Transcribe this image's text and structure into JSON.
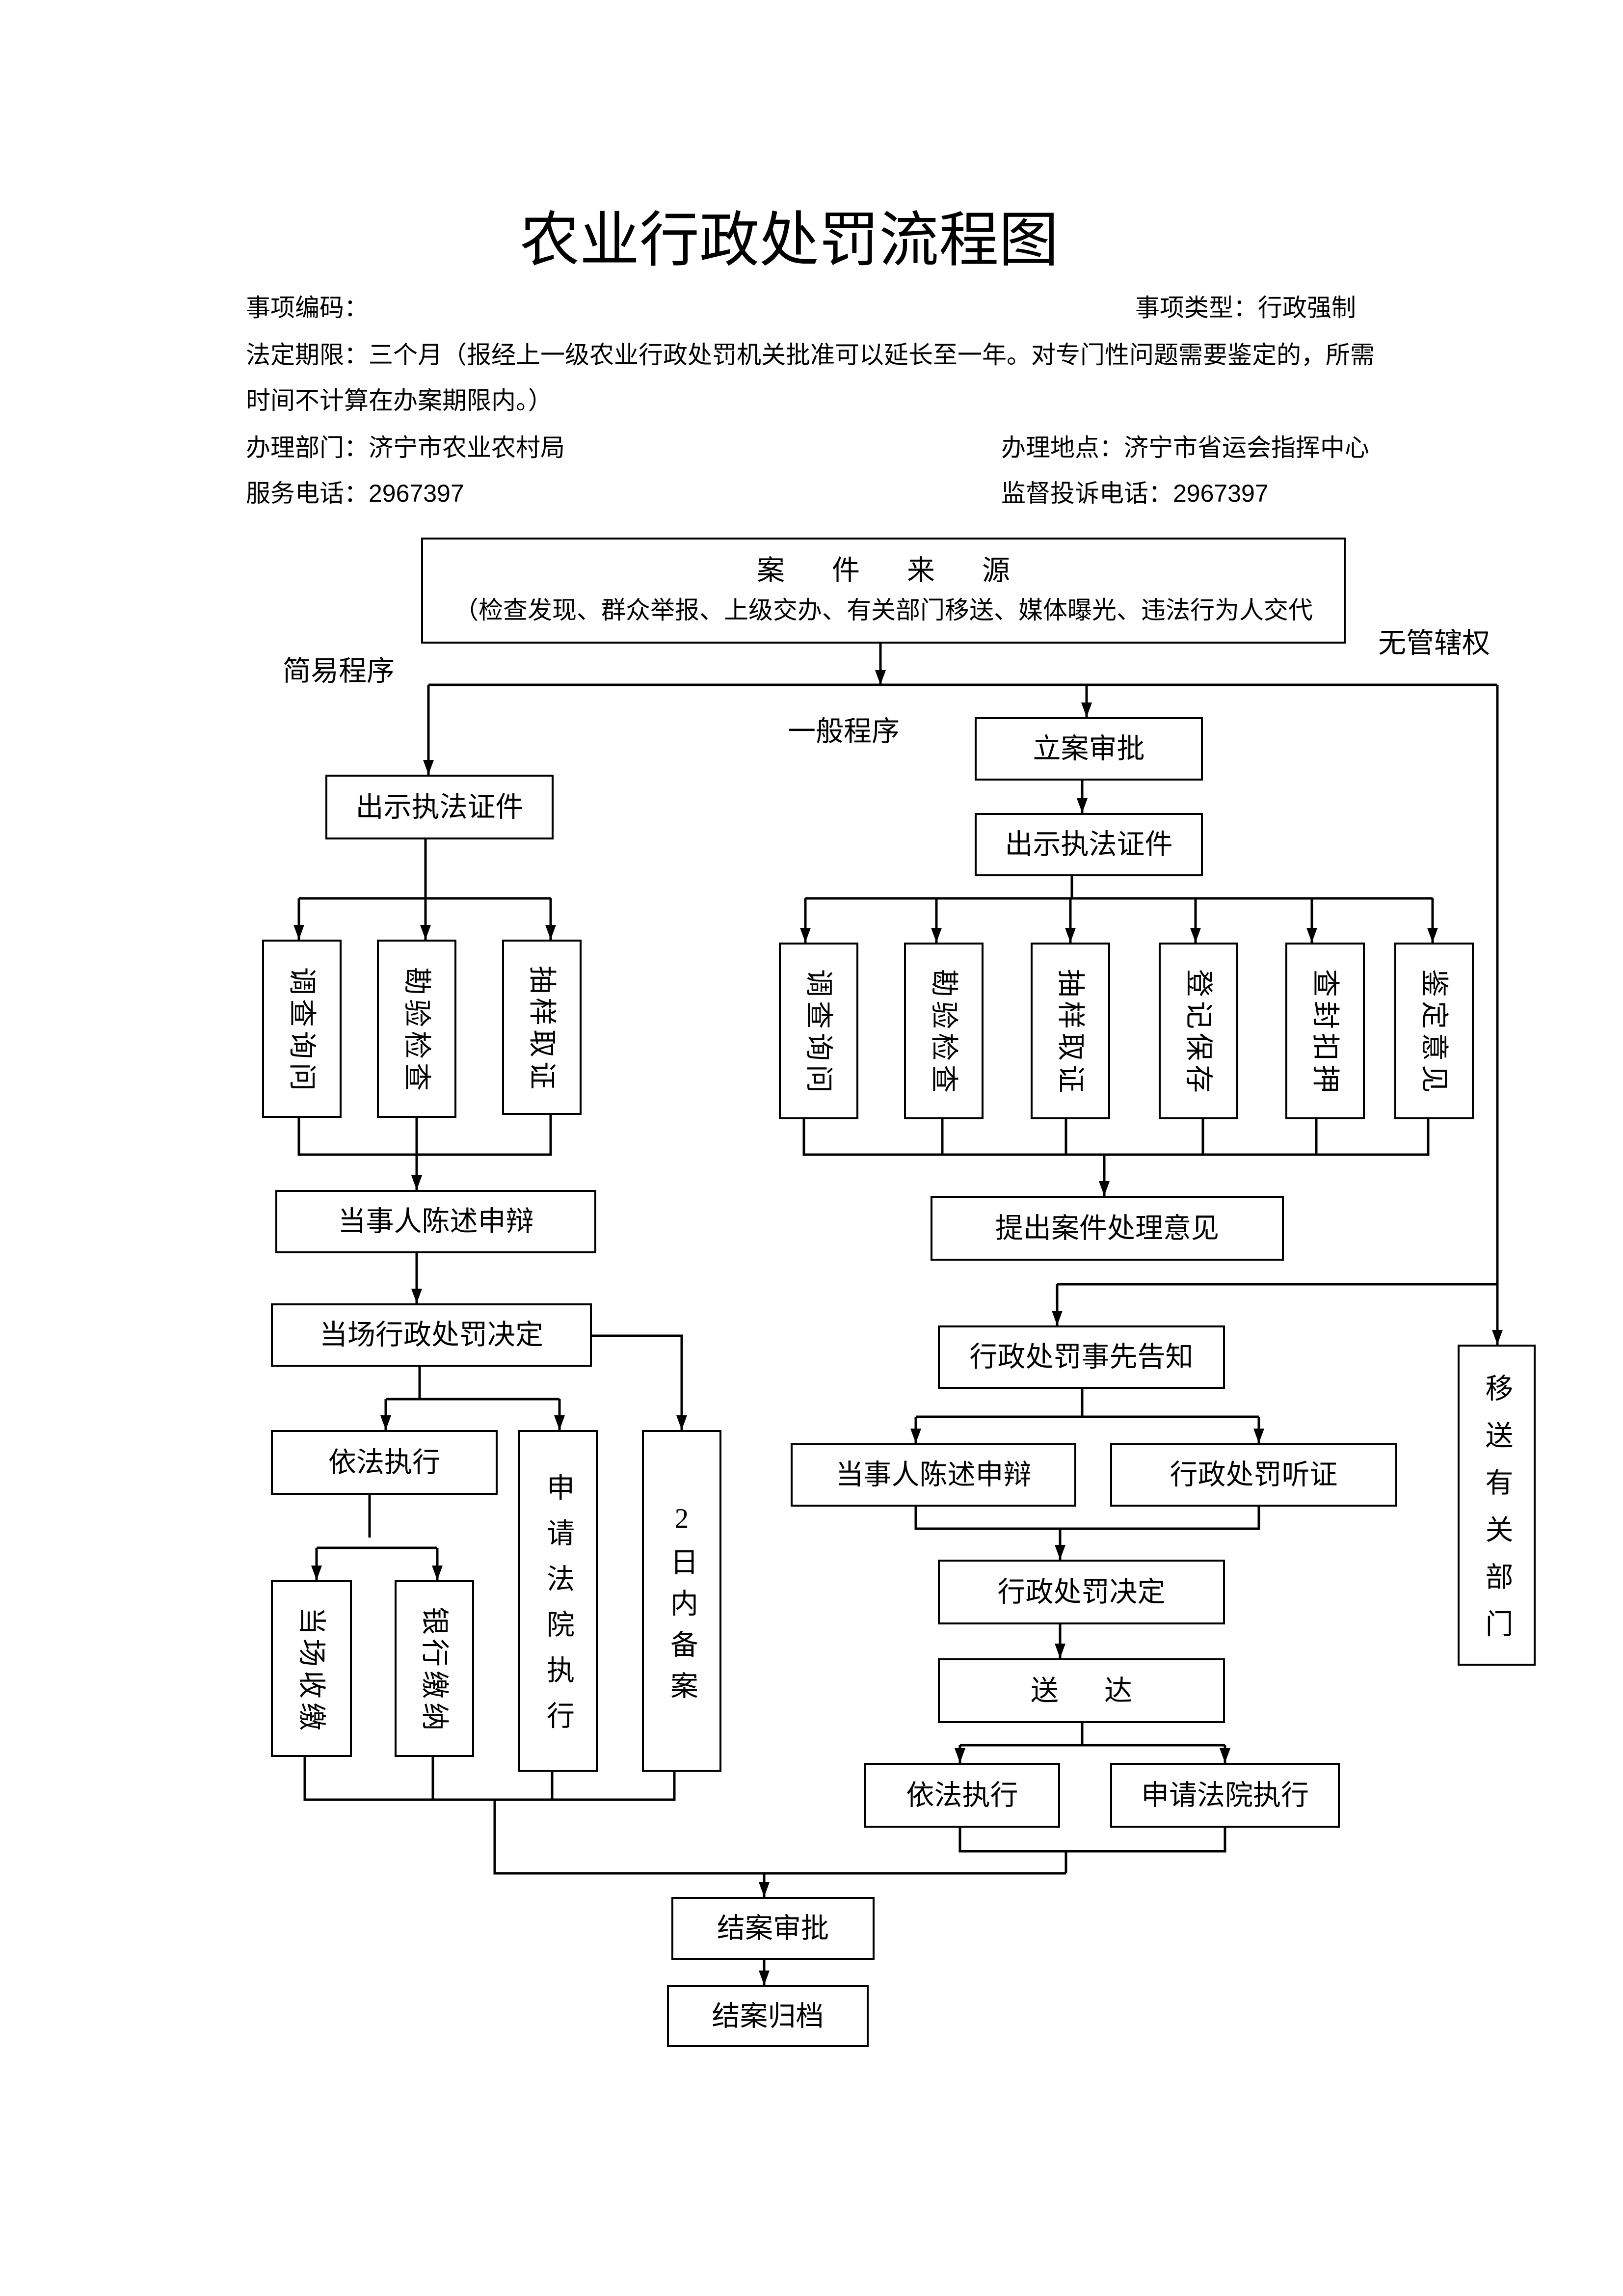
{
  "title": "农业行政处罚流程图",
  "header": {
    "item_code": "事项编码：",
    "item_type": "事项类型：行政强制",
    "legal_period_line1": "法定期限：三个月（报经上一级农业行政处罚机关批准可以延长至一年。对专门性问题需要鉴定的，所需",
    "legal_period_line2": "时间不计算在办案期限内。）",
    "department": "办理部门：济宁市农业农村局",
    "location": "办理地点：济宁市省运会指挥中心",
    "service_phone": "服务电话：2967397",
    "complaint_phone": "监督投诉电话：2967397"
  },
  "flowchart": {
    "source": {
      "title": "案件来源",
      "detail": "（检查发现、群众举报、上级交办、有关部门移送、媒体曝光、违法行为人交代"
    },
    "labels": {
      "simple": "简易程序",
      "general": "一般程序",
      "no_jurisdiction": "无管辖权"
    },
    "simple": {
      "show_id": "出示执法证件",
      "investigations": [
        "调查询问",
        "勘验检查",
        "抽样取证"
      ],
      "statement": "当事人陈述申辩",
      "decision": "当场行政处罚决定",
      "execute": "依法执行",
      "payments": [
        "当场收缴",
        "银行缴纳"
      ],
      "court": "申请法院执行",
      "filing": "2日内备案"
    },
    "general": {
      "approval": "立案审批",
      "show_id": "出示执法证件",
      "investigations": [
        "调查询问",
        "勘验检查",
        "抽样取证",
        "登记保存",
        "查封扣押",
        "鉴定意见"
      ],
      "opinion": "提出案件处理意见",
      "notice": "行政处罚事先告知",
      "statement": "当事人陈述申辩",
      "hearing": "行政处罚听证",
      "decision": "行政处罚决定",
      "delivery": "送达",
      "execute": "依法执行",
      "court": "申请法院执行"
    },
    "transfer": "移送有关部门",
    "closing": {
      "approval": "结案审批",
      "archive": "结案归档"
    }
  }
}
